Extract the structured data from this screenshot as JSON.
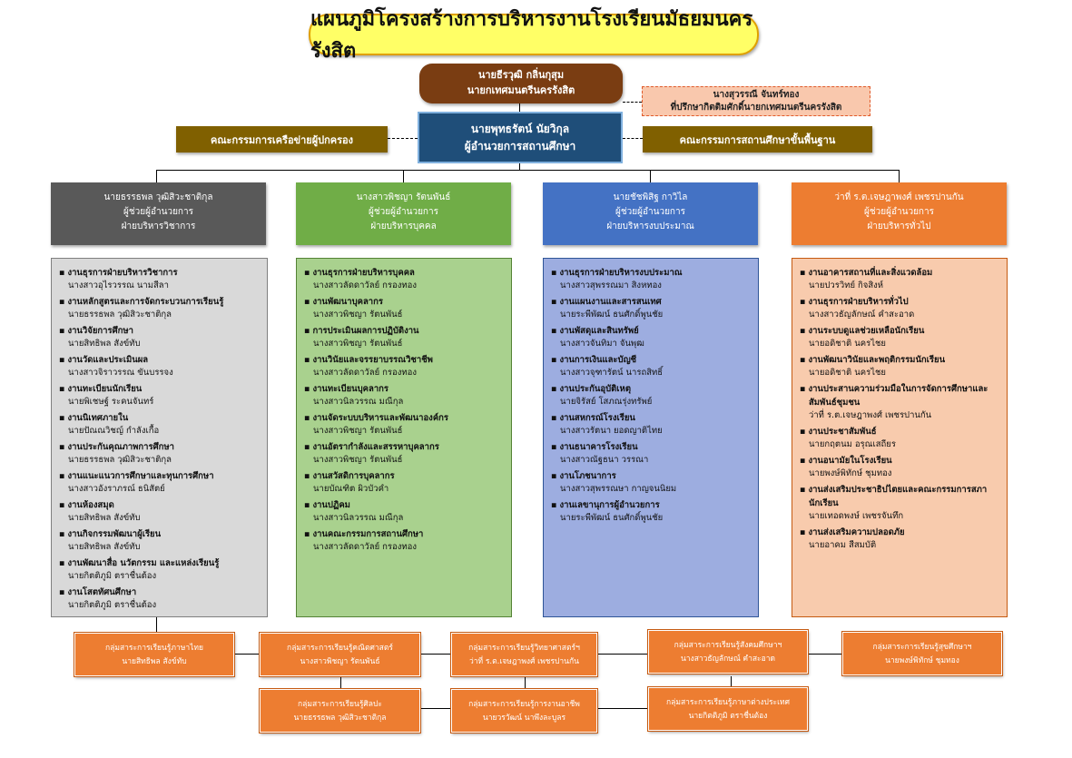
{
  "title": "แผนภูมิโครงสร้างการบริหารงานโรงเรียนมัธยมนครรังสิต",
  "director": {
    "name": "นายธีรวุฒิ กลิ่นกุสุม",
    "role": "นายกเทศมนตรีนครรังสิต"
  },
  "advisor": {
    "name": "นางสุวรรณี  จันทร์ทอง",
    "role": "ที่ปรึกษากิตติมศักดิ์นายกเทศมนตรีนครรังสิต"
  },
  "principal": {
    "name": "นายพุทธรัตน์ นัยวิกุล",
    "role": "ผู้อำนวยการสถานศึกษา"
  },
  "committee_left": "คณะกรรมการเครือข่ายผู้ปกครอง",
  "committee_right": "คณะกรรมการสถานศึกษาขั้นพื้นฐาน",
  "departments": [
    {
      "head": [
        "นายธรรธพล วุฒิสิวะชาติกุล",
        "ผู้ช่วยผู้อำนวยการ",
        "ฝ่ายบริหารวิชาการ"
      ],
      "color": "#595959",
      "list_bg": "#d9d9d9",
      "list_border": "#7f7f7f",
      "items": [
        {
          "title": "งานธุรการฝ่ายบริหารวิชาการ",
          "person": "นางสาวอุไรวรรณ นามสีลา"
        },
        {
          "title": "งานหลักสูตรและการจัดกระบวนการเรียนรู้",
          "person": "นายธรรธพล วุฒิสิวะชาติกุล"
        },
        {
          "title": "งานวิจัยการศึกษา",
          "person": "นายสิทธิพล สังข์ทับ"
        },
        {
          "title": "งานวัดและประเมินผล",
          "person": "นางสาวจิราวรรณ ขันบรรจง"
        },
        {
          "title": "งานทะเบียนนักเรียน",
          "person": "นายพิเชษฐ์ ระคนจันทร์"
        },
        {
          "title": "งานนิเทศภายใน",
          "person": "นายปัณณวิชญ์ กำลังเกื้อ"
        },
        {
          "title": "งานประกันคุณภาพการศึกษา",
          "person": "นายธรรธพล วุฒิสิวะชาติกุล"
        },
        {
          "title": "งานแนะแนวการศึกษาและทุนการศึกษา",
          "person": "นางสาวอังราภรณ์ ธนิสัตย์"
        },
        {
          "title": "งานห้องสมุด",
          "person": "นายสิทธิพล สังข์ทับ"
        },
        {
          "title": "งานกิจกรรมพัฒนาผู้เรียน",
          "person": "นายสิทธิพล สังข์ทับ"
        },
        {
          "title": "งานพัฒนาสื่อ นวัตกรรม และแหล่งเรียนรู้",
          "person": "นายกิตติภูมิ ตราชื่นต้อง"
        },
        {
          "title": "งานโสตทัศนศึกษา",
          "person": "นายกิตติภูมิ ตราชื่นต้อง"
        }
      ]
    },
    {
      "head": [
        "นางสาวพิชญา รัตนพันธ์",
        "ผู้ช่วยผู้อำนวยการ",
        "ฝ่ายบริหารบุคคล"
      ],
      "color": "#70ad47",
      "list_bg": "#a9d18e",
      "list_border": "#548235",
      "items": [
        {
          "title": "งานธุรการฝ่ายบริหารบุคคล",
          "person": "นางสาวลัดดาวัลย์ กรองทอง"
        },
        {
          "title": "งานพัฒนาบุคลากร",
          "person": "นางสาวพิชญา รัตนพันธ์"
        },
        {
          "title": "การประเมินผลการปฏิบัติงาน",
          "person": "นางสาวพิชญา รัตนพันธ์"
        },
        {
          "title": "งานวินัยและจรรยาบรรณวิชาชีพ",
          "person": "นางสาวลัดดาวัลย์ กรองทอง"
        },
        {
          "title": "งานทะเบียนบุคลากร",
          "person": "นางสาวนิลวรรณ มณีกุล"
        },
        {
          "title": "งานจัดระบบบริหารและพัฒนาองค์กร",
          "person": "นางสาวพิชญา รัตนพันธ์"
        },
        {
          "title": "งานอัตรากำลังและสรรหาบุคลากร",
          "person": "นางสาวพิชญา รัตนพันธ์"
        },
        {
          "title": "งานสวัสดิการบุคลากร",
          "person": "นายบัณฑิต ผิวบัวคำ"
        },
        {
          "title": "งานปฏิคม",
          "person": "นางสาวนิลวรรณ  มณีกุล"
        },
        {
          "title": "งานคณะกรรมการสถานศึกษา",
          "person": "นางสาวลัดดาวัลย์ กรองทอง"
        }
      ]
    },
    {
      "head": [
        "นายชัชพิสิฐ กาวิไล",
        "ผู้ช่วยผู้อำนวยการ",
        "ฝ่ายบริหารงบประมาณ"
      ],
      "color": "#4472c4",
      "list_bg": "#9dade0",
      "list_border": "#2f5597",
      "items": [
        {
          "title": "งานธุรการฝ่ายบริหารงบประมาณ",
          "person": "นางสาวสุพรรณมา สิงหทอง"
        },
        {
          "title": "งานแผนงานและสารสนเทศ",
          "person": "นายระพีพัฒน์ ธนศักดิ์พูนชัย"
        },
        {
          "title": "งานพัสดุและสินทรัพย์",
          "person": "นางสาวจันทิมา จันพุฒ"
        },
        {
          "title": "งานการเงินและบัญชี",
          "person": "นางสาวจุฑารัตน์ นารถสิทธิ์"
        },
        {
          "title": "งานประกันอุบัติเหตุ",
          "person": "นายจิรัสย์ โสภณรุ่งทรัพย์"
        },
        {
          "title": "งานสหกรณ์โรงเรียน",
          "person": "นางสาวรัตนา ยอดญาติไทย"
        },
        {
          "title": "งานธนาคารโรงเรียน",
          "person": "นางสาวณัฐธนา วรรณา"
        },
        {
          "title": "งานโภชนาการ",
          "person": "นางสาวสุพรรณษา กาญจนนิยม"
        },
        {
          "title": "งานเลขานุการผู้อำนวยการ",
          "person": "นายระพีพัฒน์ ธนศักดิ์พูนชัย"
        }
      ]
    },
    {
      "head": [
        "ว่าที่ ร.ต.เจษฎาพงศ์ เพชรปานกัน",
        "ผู้ช่วยผู้อำนวยการ",
        "ฝ่ายบริหารทั่วไป"
      ],
      "color": "#ed7d31",
      "list_bg": "#f8cbad",
      "list_border": "#c55a11",
      "items": [
        {
          "title": "งานอาคารสถานที่และสิ่งแวดล้อม",
          "person": "นายปวรวิทย์ กิจสิงห์"
        },
        {
          "title": "งานธุรการฝ่ายบริหารทั่วไป",
          "person": "นางสาวธัญลักษณ์ คำสะอาด"
        },
        {
          "title": "งานระบบดูแลช่วยเหลือนักเรียน",
          "person": "นายอดิชาติ นครไชย"
        },
        {
          "title": "งานพัฒนาวินัยและพฤติกรรมนักเรียน",
          "person": "นายอดิชาติ นครไชย"
        },
        {
          "title": "งานประสานความร่วมมือในการจัดการศึกษาและ",
          "title2": "สัมพันธ์ชุมชน",
          "person": "ว่าที่ ร.ต.เจษฎาพงศ์ เพชรปานกัน"
        },
        {
          "title": "งานประชาสัมพันธ์",
          "person": "นายกฤตนม อรุณเสถียร"
        },
        {
          "title": "งานอนามัยในโรงเรียน",
          "person": "นายพงษ์พิทักษ์ ชุมทอง"
        },
        {
          "title": "งานส่งเสริมประชาธิปไตยและคณะกรรมการสภา",
          "title2": "นักเรียน",
          "person": "นายเทอดพงษ์  เพชรจันทึก"
        },
        {
          "title": "งานส่งเสริมความปลอดภัย",
          "person": "นายอาคม สีสมบัติ"
        }
      ]
    }
  ],
  "groups_row1": [
    {
      "name": "กลุ่มสาระการเรียนรู้ภาษาไทย",
      "head": "นายสิทธิพล สังข์ทับ"
    },
    {
      "name": "กลุ่มสาระการเรียนรู้คณิตศาสตร์",
      "head": "นางสาวพิชญา รัตนพันธ์"
    },
    {
      "name": "กลุ่มสาระการเรียนรู้วิทยาศาสตร์ฯ",
      "head": "ว่าที่ ร.ต.เจษฎาพงศ์ เพชรปานกัน"
    },
    {
      "name": "กลุ่มสาระการเรียนรู้สังคมศึกษาฯ",
      "head": "นางสาวธัญลักษณ์ คำสะอาด"
    },
    {
      "name": "กลุ่มสาระการเรียนรู้สุขศึกษาฯ",
      "head": "นายพงษ์พิทักษ์ ชุมทอง"
    }
  ],
  "groups_row2": [
    {
      "name": "กลุ่มสาระการเรียนรู้ศิลปะ",
      "head": "นายธรรธพล วุฒิสิวะชาติกุล"
    },
    {
      "name": "กลุ่มสาระการเรียนรู้การงานอาชีพ",
      "head": "นายวรวัฒน์  นาพึงละบูลร"
    },
    {
      "name": "กลุ่มสาระการเรียนรู้ภาษาต่างประเทศ",
      "head": "นายกิตติภูมิ ตราชื่นต้อง"
    }
  ]
}
